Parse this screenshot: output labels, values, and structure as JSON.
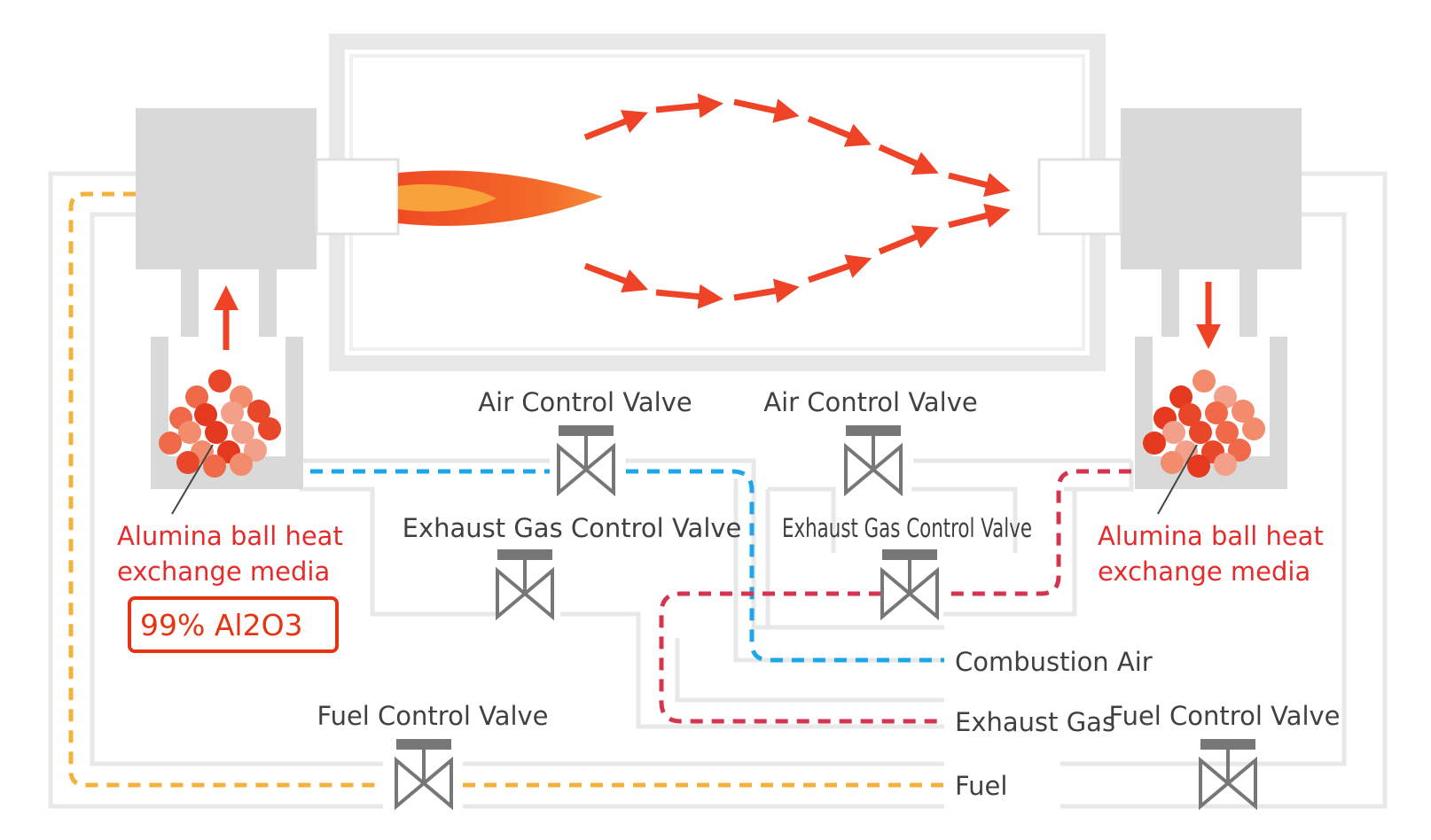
{
  "labels": {
    "air_valve_left": "Air Control Valve",
    "air_valve_right": "Air Control Valve",
    "exhaust_valve_left": "Exhaust Gas Control Valve",
    "exhaust_valve_right": "Exhaust Gas Control Valve",
    "fuel_valve_left": "Fuel Control Valve",
    "fuel_valve_right": "Fuel Control Valve",
    "media_left_line1": "Alumina ball heat",
    "media_left_line2": "exchange media",
    "media_right_line1": "Alumina ball heat",
    "media_right_line2": "exchange media",
    "combustion_air": "Combustion Air",
    "exhaust_gas": "Exhaust Gas",
    "fuel": "Fuel",
    "composition_box": "99% Al2O3"
  },
  "colors": {
    "pipe": "#e8e8e8",
    "block": "#d9d9d9",
    "flame_outer": "#f04a23",
    "flame_inner": "#f7a23a",
    "flow_arrow": "#ee4327",
    "air_line": "#1ea7e8",
    "exhaust_line": "#d5344e",
    "fuel_line": "#f4b13c",
    "valve": "#777777",
    "label_red": "#e52b2b",
    "box_border": "#e63312"
  }
}
